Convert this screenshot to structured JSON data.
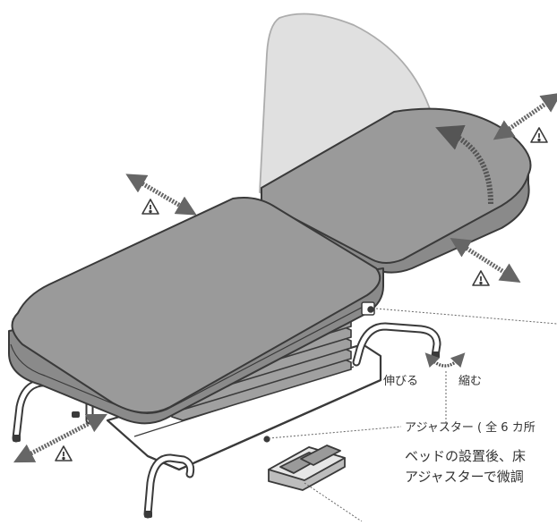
{
  "labels": {
    "extend": "伸びる",
    "shrink": "縮む",
    "adjuster": "アジャスター ( 全 6 カ所",
    "note_line1": "ベッドの設置後、床",
    "note_line2": "アジャスターで微調"
  },
  "icons": {
    "warning": "warning-triangle-icon",
    "double_arrow": "double-arrow-icon",
    "rotation": "curved-rotation-arrow-icon"
  },
  "colors": {
    "cushion": "#9a9a9a",
    "cushion_side": "#8a8a8a",
    "outline": "#3a3a3a",
    "ghost_back": "#d0d0d0",
    "arrow": "#666666",
    "frame": "#ffffff",
    "leader_line": "#666666"
  }
}
